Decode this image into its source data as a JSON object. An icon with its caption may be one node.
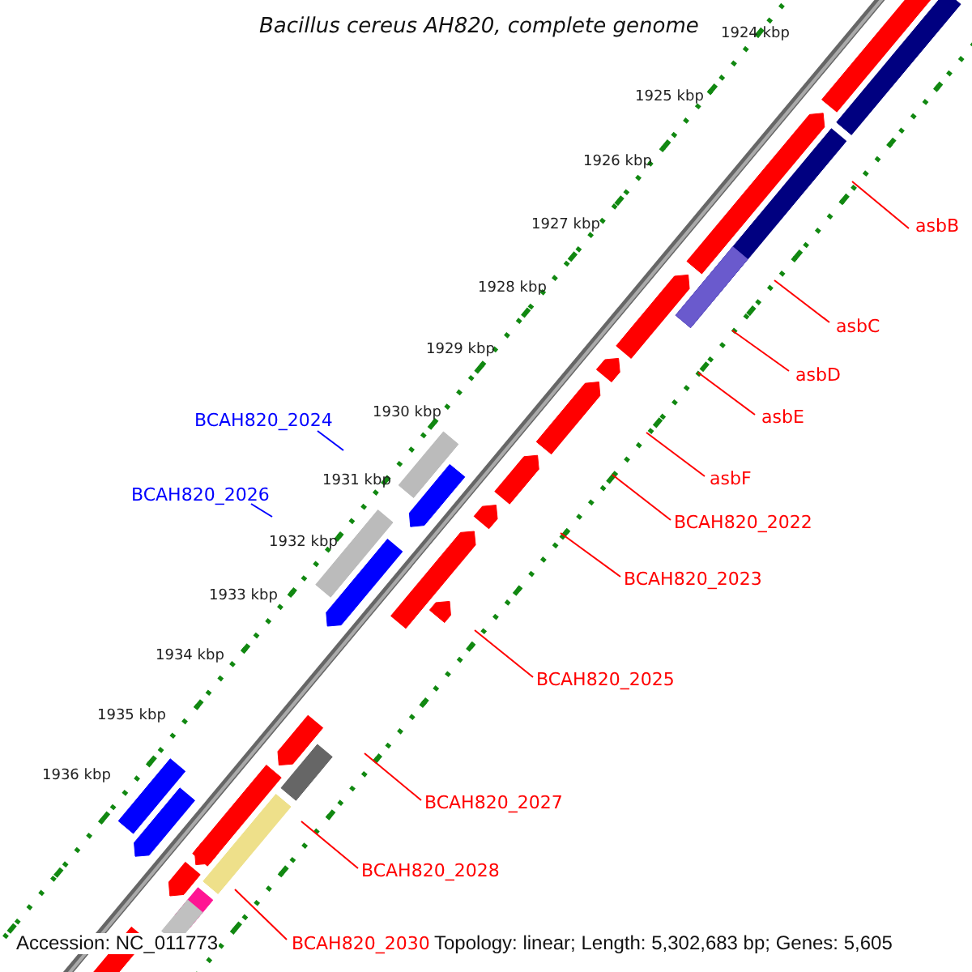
{
  "diagram": {
    "title": "Bacillus cereus AH820, complete genome",
    "nodes": [
      {
        "text": [
          "asbB"
        ]
      },
      {
        "text": [
          "asbC"
        ]
      },
      {
        "text": [
          "asbD"
        ]
      },
      {
        "text": [
          "asbE"
        ]
      },
      {
        "text": [
          "BCAH820_2024"
        ]
      },
      {
        "text": [
          "asbF"
        ]
      },
      {
        "text": [
          "BCAH820_2026"
        ]
      },
      {
        "text": [
          "BCAH820_2022"
        ]
      },
      {
        "text": [
          "BCAH820_2023"
        ]
      },
      {
        "text": [
          "BCAH820_2025"
        ]
      },
      {
        "text": [
          "BCAH820_2027"
        ]
      },
      {
        "text": [
          "BCAH820_2028"
        ]
      },
      {
        "text": [
          "BCAH820_2030"
        ]
      }
    ],
    "edges": [
      {
        "from": 0,
        "to": null,
        "arrow": "none"
      },
      {
        "from": 1,
        "to": null,
        "arrow": "none"
      },
      {
        "from": 2,
        "to": null,
        "arrow": "none"
      },
      {
        "from": 3,
        "to": null,
        "arrow": "none"
      },
      {
        "from": 4,
        "to": null,
        "arrow": "none",
        "color": "#0000ff"
      },
      {
        "from": 5,
        "to": null,
        "arrow": "none"
      },
      {
        "from": 6,
        "to": null,
        "arrow": "none",
        "color": "#0000ff"
      },
      {
        "from": 7,
        "to": null,
        "arrow": "none"
      },
      {
        "from": 8,
        "to": null,
        "arrow": "none"
      },
      {
        "from": 9,
        "to": null,
        "arrow": "none"
      },
      {
        "from": 10,
        "to": null,
        "arrow": "none"
      },
      {
        "from": 11,
        "to": null,
        "arrow": "none"
      },
      {
        "from": 12,
        "to": null,
        "arrow": "none"
      }
    ],
    "labels": [
      "1924 kbp",
      "1925 kbp",
      "1926 kbp",
      "1927 kbp",
      "1928 kbp",
      "1929 kbp",
      "1930 kbp",
      "1931 kbp",
      "1932 kbp",
      "1933 kbp",
      "1934 kbp",
      "1935 kbp",
      "1936 kbp",
      "Accession: NC_011773",
      "Topology: linear; Length: 5,302,683 bp; Genes: 5,605"
    ]
  }
}
